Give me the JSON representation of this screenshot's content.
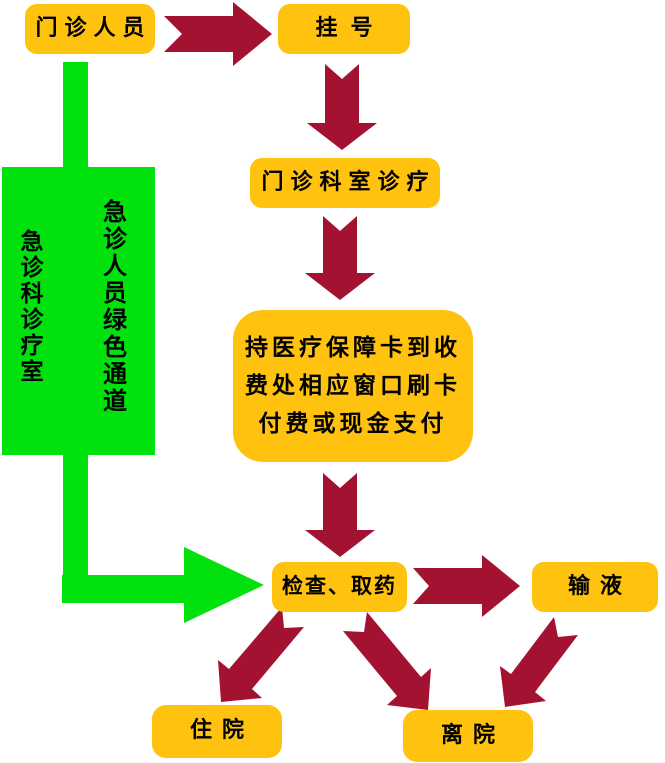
{
  "diagram": {
    "type": "flowchart",
    "topic": "outpatient-visit-process"
  },
  "colors": {
    "node_fill": "#FFC20E",
    "arrow_red": "#A31230",
    "green_channel": "#00E10D",
    "text": "#000000",
    "background": "#FFFFFF"
  },
  "nodes": {
    "outpatient": "门诊人员",
    "registration": "挂号",
    "clinic": "门诊科室诊疗",
    "payment_lines": [
      "持医疗保障卡到收",
      "费处相应窗口刷卡",
      "付费或现金支付"
    ],
    "exam": "检查、取药",
    "infusion": "输液",
    "admission": "住院",
    "discharge": "离院"
  },
  "green_channel": {
    "room_label": "急诊科诊疗室",
    "channel_label": "急诊人员绿色通道"
  }
}
